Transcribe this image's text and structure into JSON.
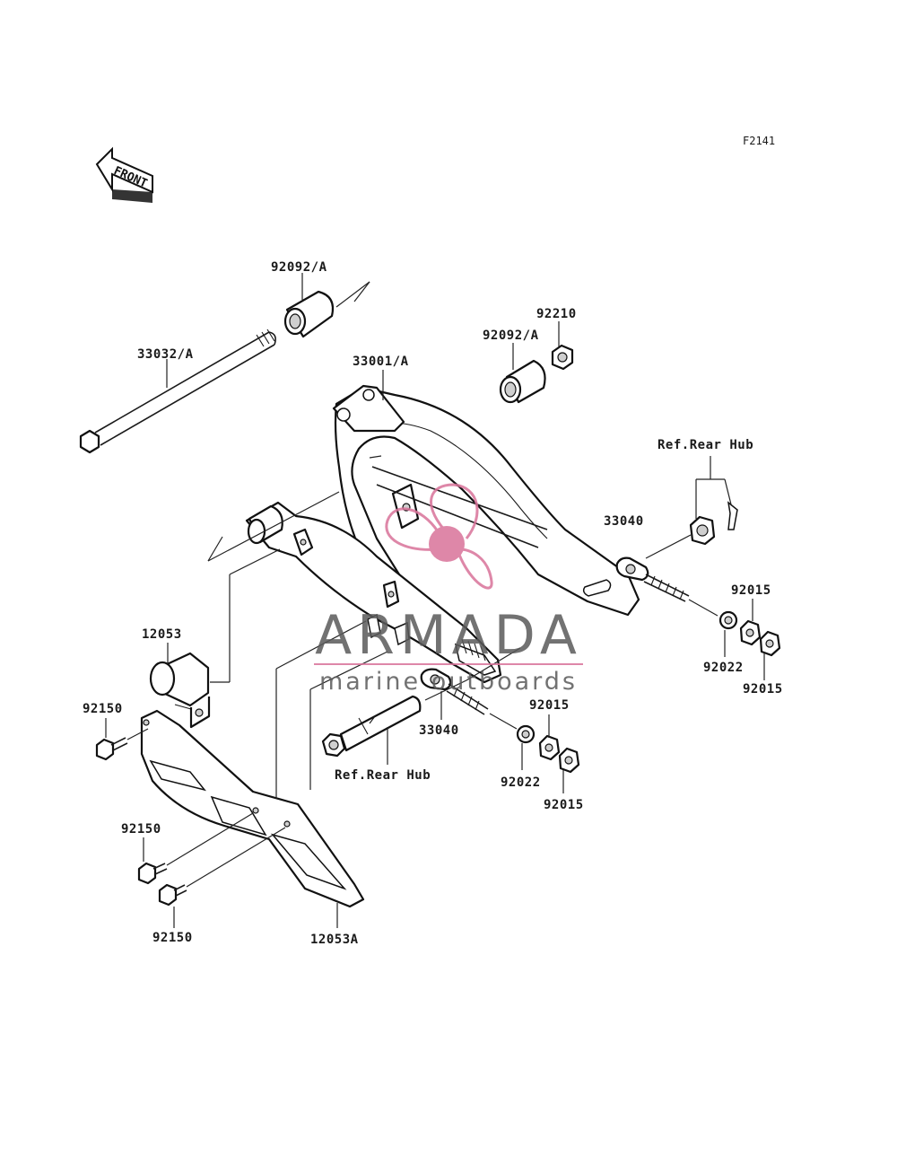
{
  "figure": {
    "code": "F2141",
    "front_indicator": "FRONT"
  },
  "watermark": {
    "brand": "ARMADA",
    "tagline": "marine outboards",
    "brand_color": "#5a5a5a",
    "accent_color": "#d9739a"
  },
  "parts": {
    "p_33032_A": "33032/A",
    "p_92092_A_top": "92092/A",
    "p_92092_A_mid": "92092/A",
    "p_92210": "92210",
    "p_33001_A": "33001/A",
    "p_ref_rear_hub_top": "Ref.Rear Hub",
    "p_33040_right": "33040",
    "p_92015_r1": "92015",
    "p_92022_r": "92022",
    "p_92015_r2": "92015",
    "p_12053": "12053",
    "p_92150_a": "92150",
    "p_33040_lower": "33040",
    "p_92015_l1": "92015",
    "p_ref_rear_hub_bottom": "Ref.Rear Hub",
    "p_92022_l": "92022",
    "p_92015_l2": "92015",
    "p_92150_b": "92150",
    "p_92150_c": "92150",
    "p_12053A": "12053A"
  }
}
